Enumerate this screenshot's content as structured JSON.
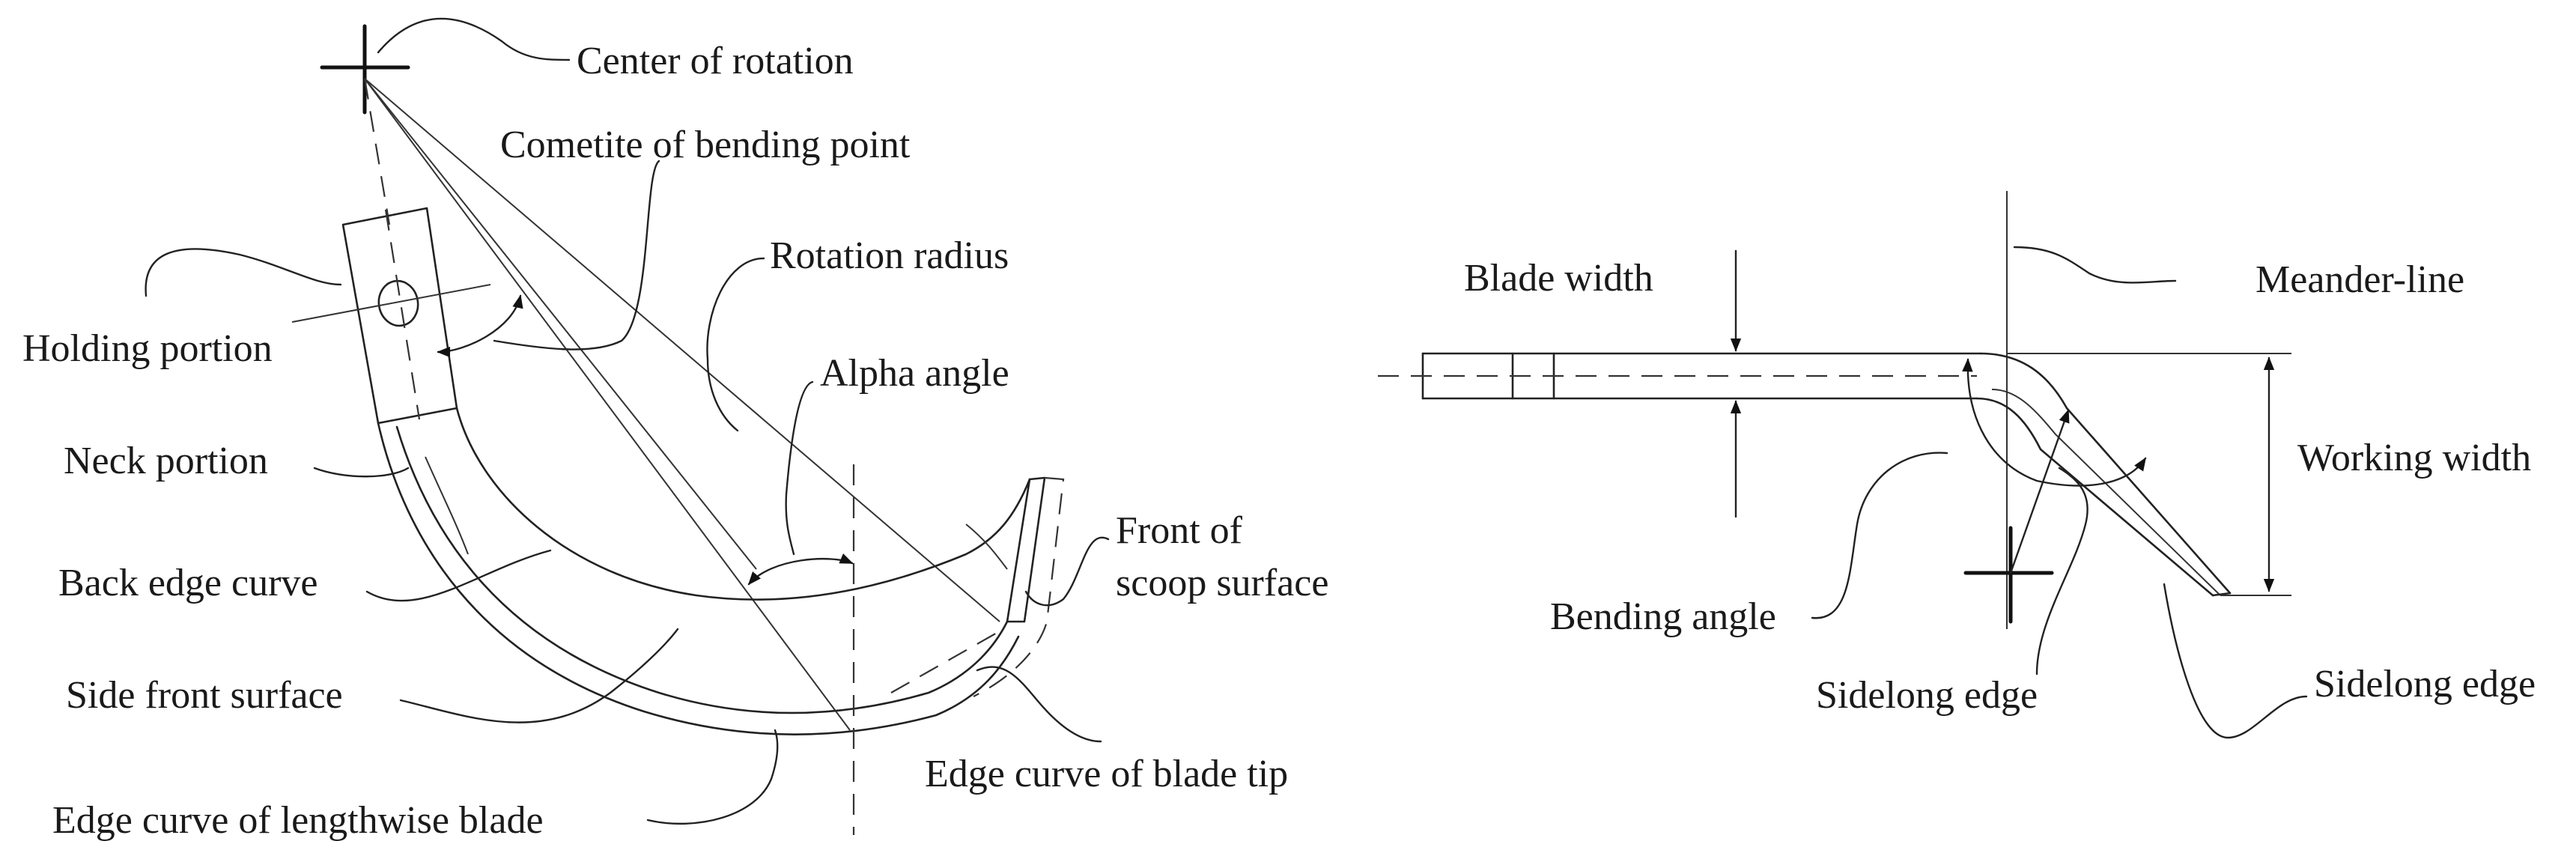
{
  "left_diagram": {
    "labels": {
      "center_of_rotation": "Center of rotation",
      "cometite_of_bending_point": "Cometite of bending point",
      "rotation_radius": "Rotation radius",
      "holding_portion": "Holding portion",
      "alpha_angle": "Alpha angle",
      "neck_portion": "Neck portion",
      "front_of": "Front of",
      "scoop_surface": "scoop surface",
      "back_edge_curve": "Back edge curve",
      "side_front_surface": "Side front surface",
      "edge_curve_of_blade_tip": "Edge curve of blade tip",
      "edge_curve_of_lengthwise_blade": "Edge curve of lengthwise blade"
    }
  },
  "right_diagram": {
    "labels": {
      "blade_width": "Blade width",
      "meander_line": "Meander-line",
      "working_width": "Working width",
      "bending_angle": "Bending angle",
      "sidelong_edge_inner": "Sidelong edge",
      "sidelong_edge_outer": "Sidelong edge"
    }
  }
}
